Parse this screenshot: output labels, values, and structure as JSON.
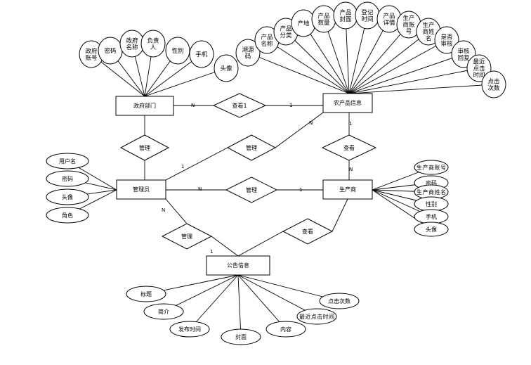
{
  "entities": [
    {
      "id": "gov",
      "label": "政府部门"
    },
    {
      "id": "prod",
      "label": "农产品信息"
    },
    {
      "id": "admin",
      "label": "管理员"
    },
    {
      "id": "prodr",
      "label": "生产商"
    },
    {
      "id": "notice",
      "label": "公告信息"
    }
  ],
  "relations": [
    {
      "id": "r1",
      "label": "查看1"
    },
    {
      "id": "r2",
      "label": "管理"
    },
    {
      "id": "r3",
      "label": "管理"
    },
    {
      "id": "r4",
      "label": "查看"
    },
    {
      "id": "r5",
      "label": "管理"
    },
    {
      "id": "r6",
      "label": "管理"
    },
    {
      "id": "r7",
      "label": "查看"
    }
  ],
  "attributes": {
    "gov": [
      "政府账号",
      "密码",
      "政府名称",
      "负责人",
      "性别",
      "手机",
      "头像"
    ],
    "prod": [
      "溯源码",
      "产品名称",
      "产品分类",
      "产地",
      "产品数量",
      "产品封面",
      "登记时间",
      "产品详情",
      "生产商账号",
      "生产商姓名",
      "是否审核",
      "审核回复",
      "最近点击时间",
      "点击次数"
    ],
    "admin": [
      "用户名",
      "密码",
      "头像",
      "角色"
    ],
    "prodr": [
      "生产商账号",
      "密码",
      "生产商姓名",
      "性别",
      "手机",
      "头像"
    ],
    "notice": [
      "标题",
      "简介",
      "发布时间",
      "封面",
      "内容",
      "最近点击时间",
      "点击次数"
    ]
  },
  "cardinalities": [
    "N",
    "1",
    "N",
    "1",
    "1",
    "N",
    "1",
    "N",
    "N",
    "1"
  ]
}
